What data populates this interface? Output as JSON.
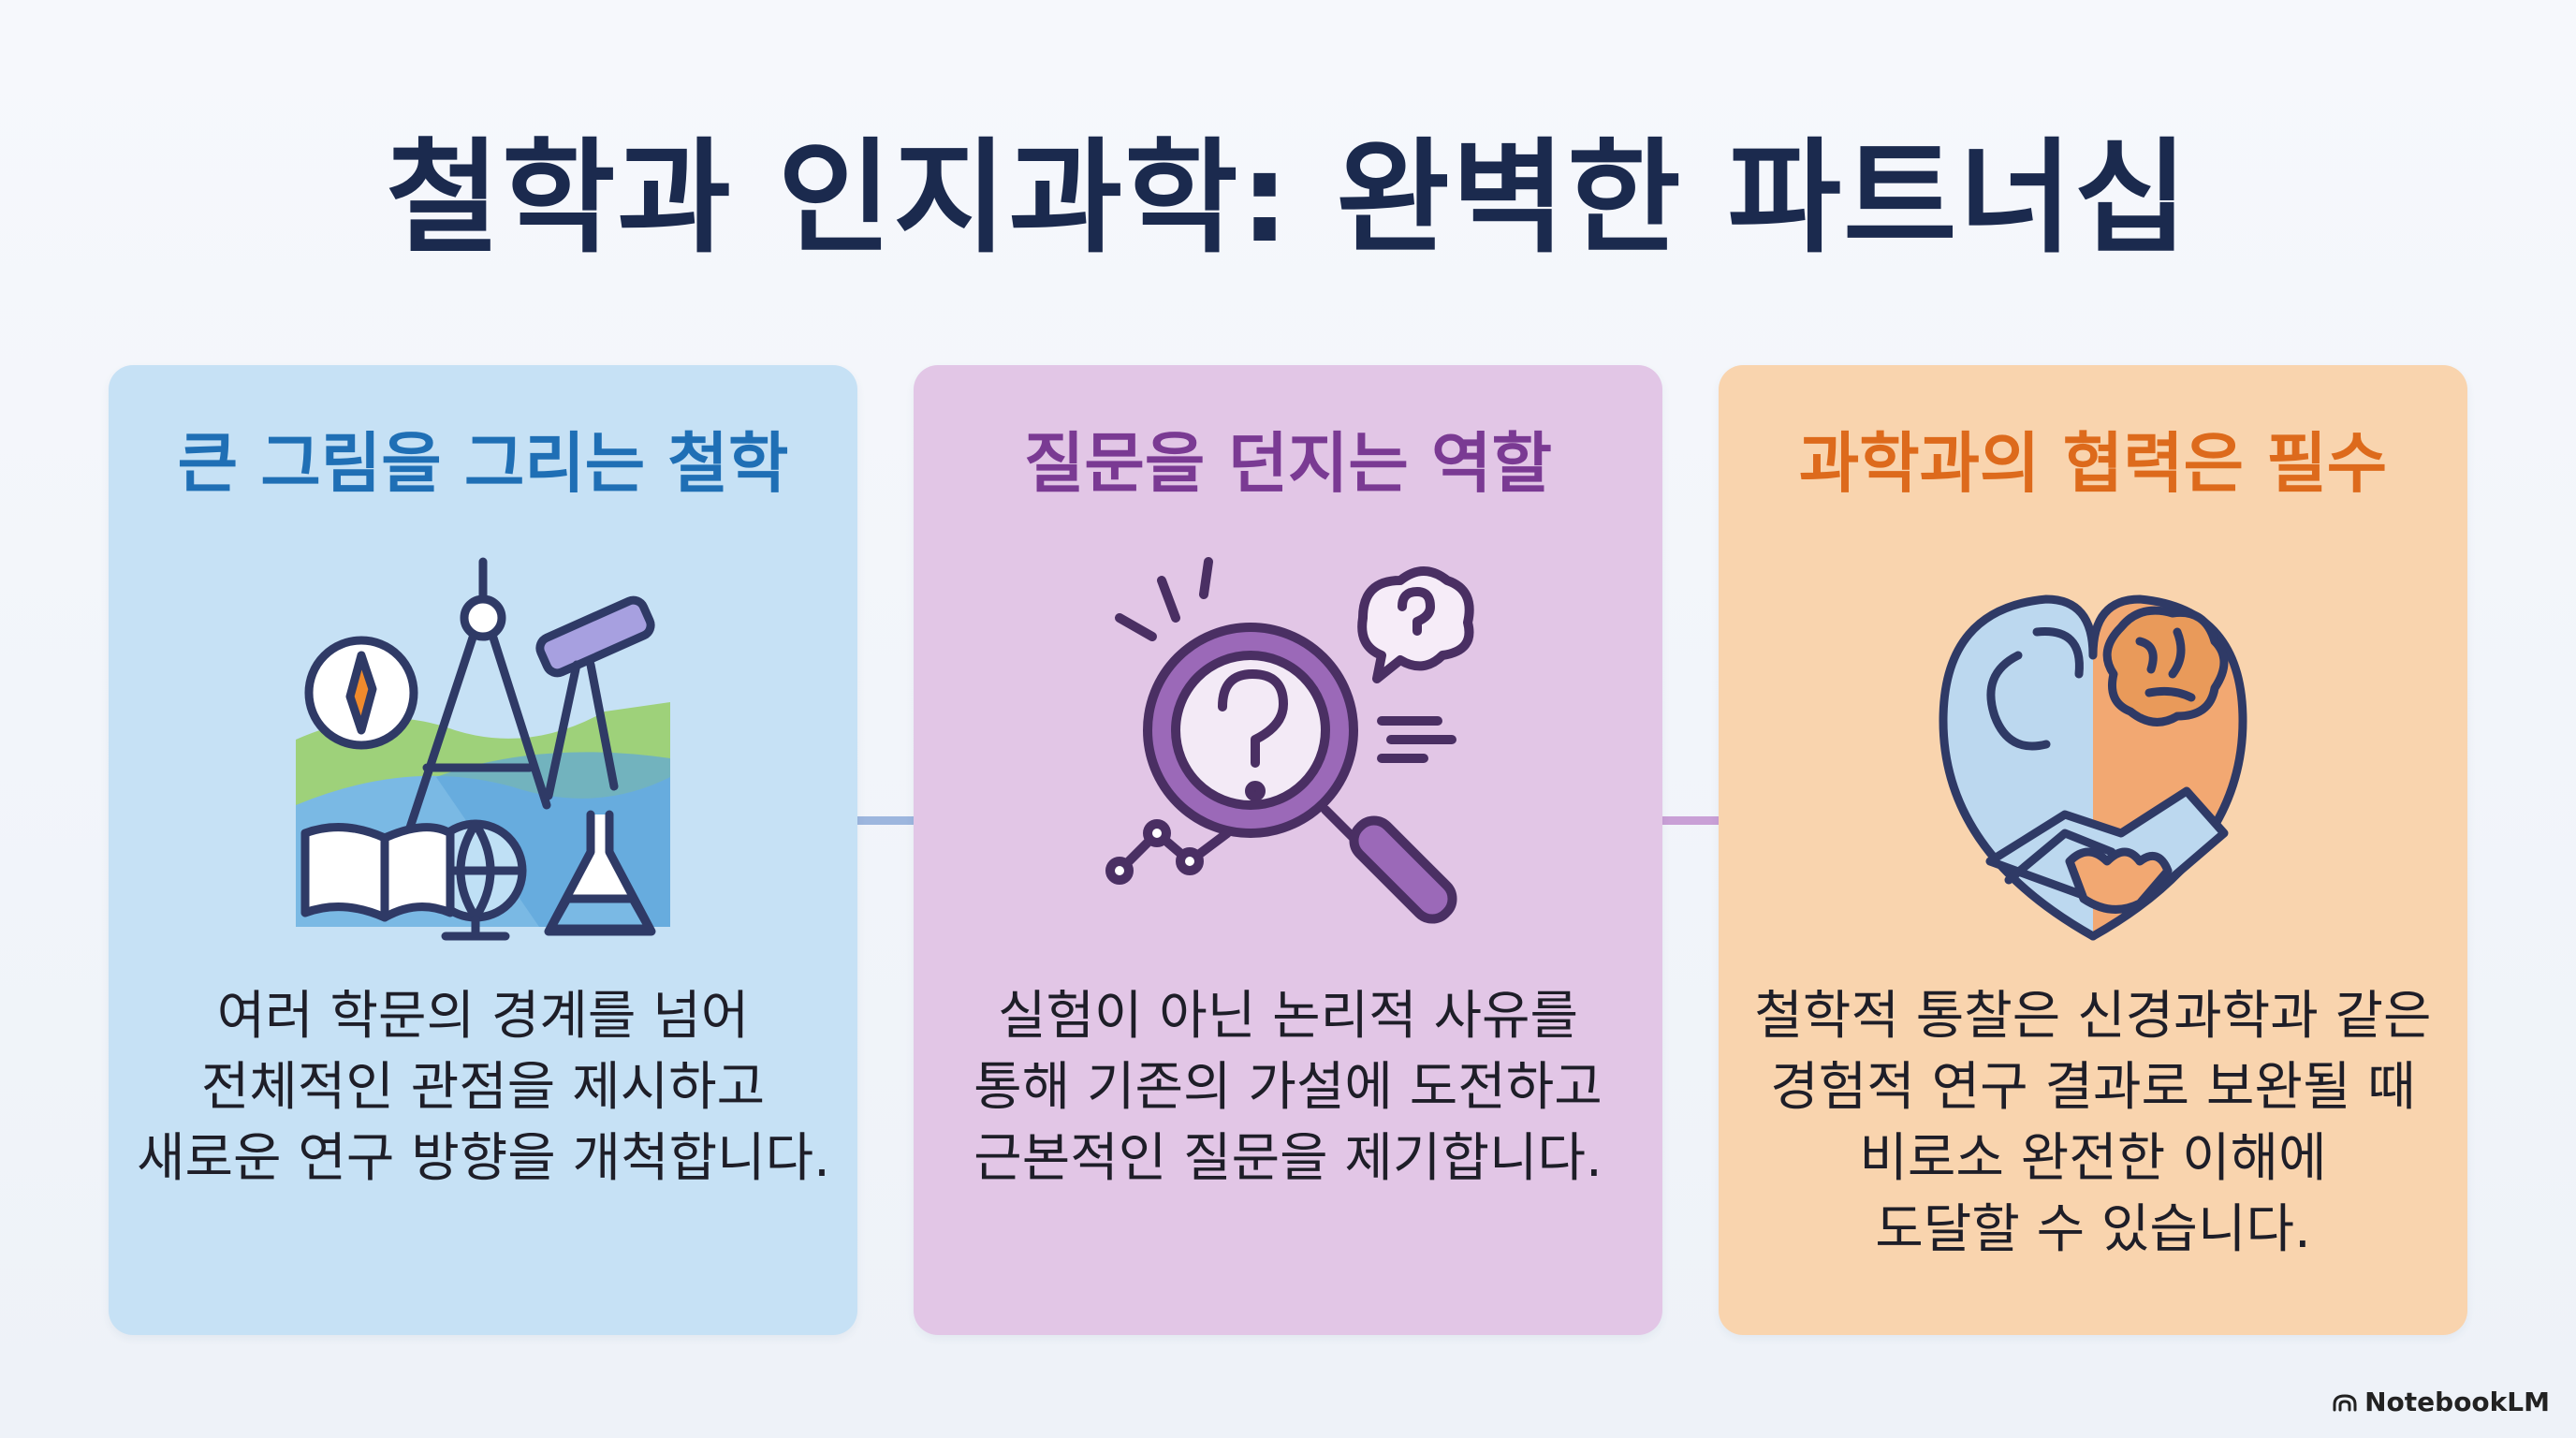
{
  "title": "철학과 인지과학: 완벽한 파트너십",
  "cards": [
    {
      "heading": "큰 그림을 그리는 철학",
      "heading_color": "#1f6fb5",
      "background": "#c6e1f5",
      "icon": "compass-telescope-book-globe-flask-icon",
      "body": [
        "여러 학문의 경계를 넘어",
        "전체적인 관점을 제시하고",
        "새로운 연구 방향을 개척합니다."
      ]
    },
    {
      "heading": "질문을 던지는 역할",
      "heading_color": "#7a3a93",
      "background": "#e2c6e6",
      "icon": "magnifier-question-icon",
      "body": [
        "실험이 아닌 논리적 사유를",
        "통해 기존의 가설에 도전하고",
        "근본적인 질문을 제기합니다."
      ]
    },
    {
      "heading": "과학과의 협력은 필수",
      "heading_color": "#dd6a1c",
      "background": "#f9d4ae",
      "icon": "brain-handshake-icon",
      "body": [
        "철학적 통찰은 신경과학과 같은",
        "경험적 연구 결과로 보완될 때",
        "비로소 완전한 이해에",
        "도달할 수 있습니다."
      ]
    }
  ],
  "connector_colors": [
    "#9db6de",
    "#c9a0d6"
  ],
  "brand": "NotebookLM"
}
